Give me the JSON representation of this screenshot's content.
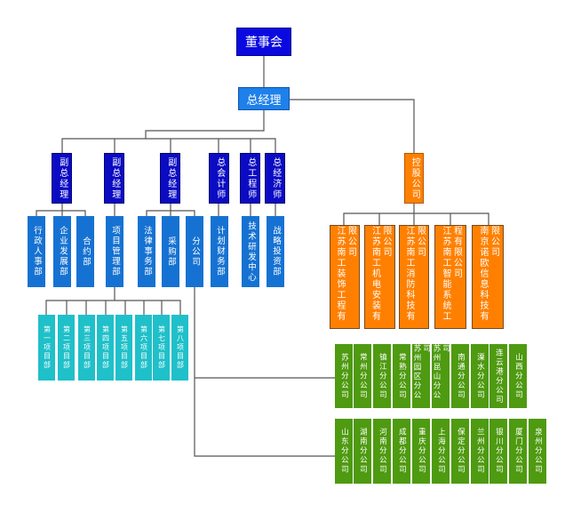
{
  "board": "董事会",
  "general_manager": "总经理",
  "executives": [
    "副总经理",
    "副总经理",
    "副总经理",
    "总会计师",
    "总工程师",
    "总经济师"
  ],
  "departments": [
    "行政人事部",
    "企业发展部",
    "合约部",
    "项目管理部",
    "法律事务部",
    "采购部",
    "分公司",
    "计划财务部",
    "技术研发中心",
    "战略投资部"
  ],
  "project_departments": [
    "第一项目部",
    "第二项目部",
    "第三项目部",
    "第四项目部",
    "第五项目部",
    "第六项目部",
    "第七项目部",
    "第八项目部"
  ],
  "holding": "控股公司",
  "subsidiaries": [
    "江苏南工装饰工程有限公司",
    "江苏南工机电安装有限公司",
    "江苏南工消防科技有限公司",
    "江苏南工智能系统工程有限公司",
    "南京诺欧信息科技有限公司"
  ],
  "branches_row1": [
    "苏州分公司",
    "常州分公司",
    "镇江分公司",
    "常熟分公司",
    "苏州园区分公司",
    "苏州昆山分公司",
    "南通分公司",
    "溧水分公司",
    "连云港分公司",
    "山西分公司"
  ],
  "branches_row2": [
    "山东分公司",
    "湖南分公司",
    "河南分公司",
    "成都分公司",
    "重庆分公司",
    "上海分公司",
    "保定分公司",
    "兰州分公司",
    "银川分公司",
    "厦门分公司",
    "泉州分公司"
  ],
  "colors": {
    "board": "#0a0ae0",
    "general_manager": "#1e80ea",
    "executives": "#0b0bc4",
    "departments": "#1672d2",
    "projects": "#1fc0c9",
    "holding": "#ff8000",
    "branches": "#4e9a10"
  }
}
